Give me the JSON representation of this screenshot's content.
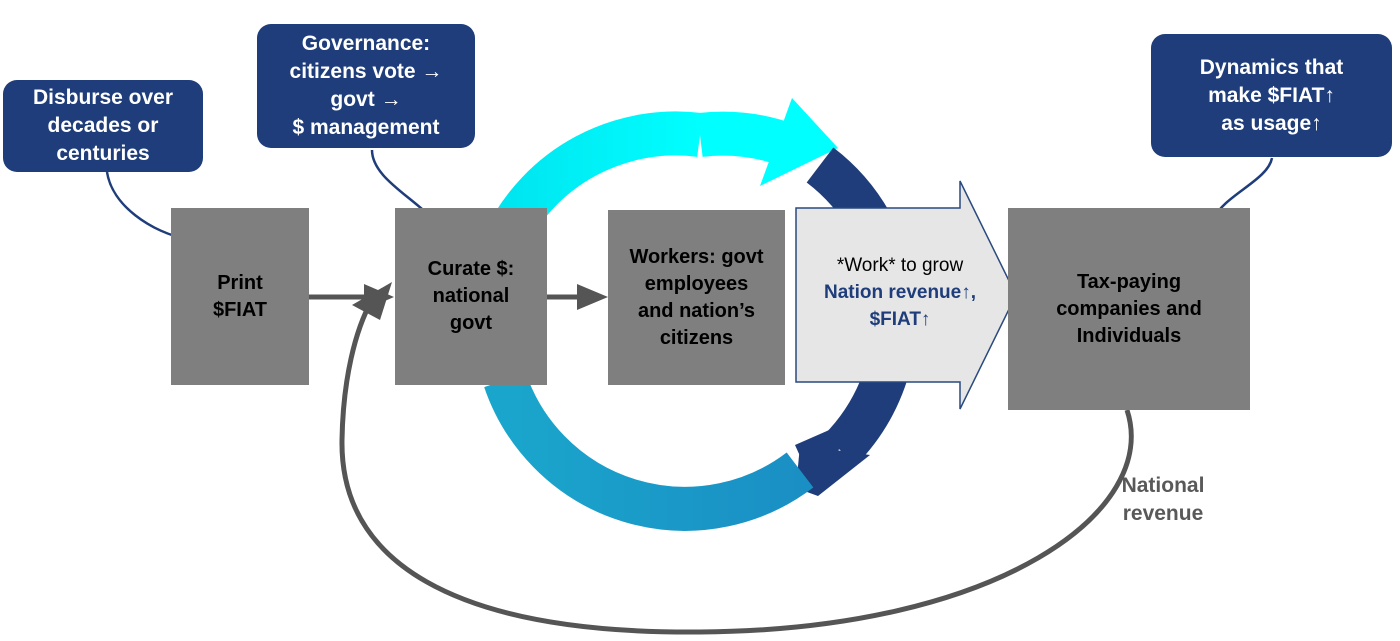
{
  "colors": {
    "box_fill": "#7f7f7f",
    "callout_fill": "#1f3d7a",
    "cycle_cyan": "#00ffff",
    "cycle_light_blue": "#1ba1cc",
    "cycle_dark_blue": "#1f3d7a",
    "connector": "#555555",
    "work_arrow_fill": "#e6e6e6"
  },
  "boxes": {
    "print": "Print\n$FIAT",
    "curate": "Curate $:\nnational\ngovt",
    "workers": "Workers: govt\nemployees\nand nation’s\ncitizens",
    "taxpayers": "Tax-paying\ncompanies and\nIndividuals"
  },
  "work_arrow": {
    "line1": "*Work* to grow",
    "line2": "Nation revenue↑,\n$FIAT↑"
  },
  "callouts": {
    "disburse": "Disburse over\ndecades or\ncenturies",
    "governance": "Governance:\ncitizens vote →\ngovt →\n$ management",
    "dynamics": "Dynamics that\nmake $FIAT↑\nas usage↑"
  },
  "labels": {
    "national_revenue": "National\nrevenue"
  }
}
